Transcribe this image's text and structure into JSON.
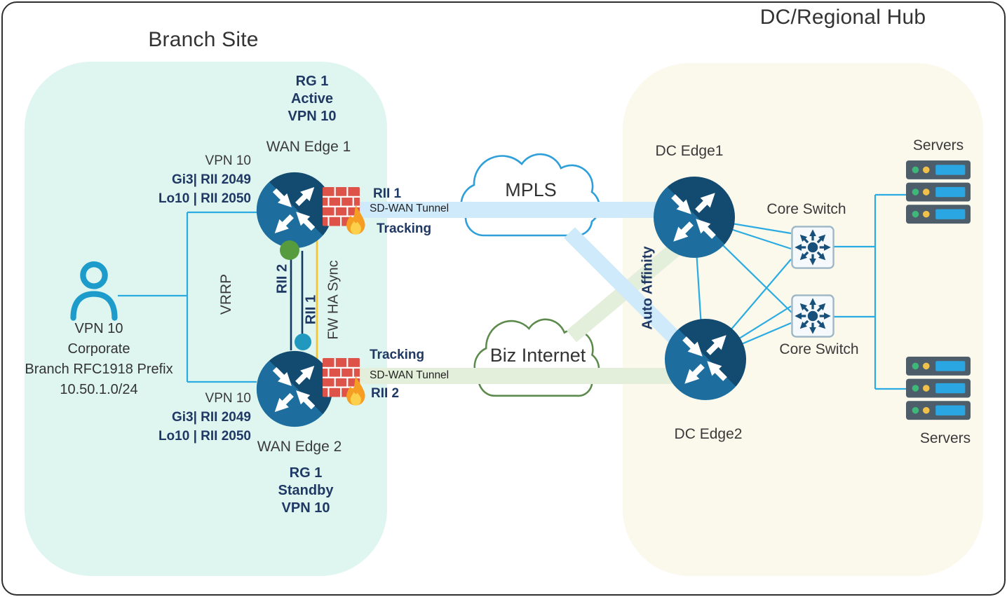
{
  "titles": {
    "branch": "Branch Site",
    "hub": "DC/Regional Hub"
  },
  "branch": {
    "wan_edge1": {
      "rg": "RG 1",
      "state": "Active",
      "rg_vpn": "VPN 10",
      "name": "WAN Edge 1",
      "vpn": "VPN 10",
      "if1": "Gi3| RII 2049",
      "if2": "Lo10 | RII 2050"
    },
    "wan_edge2": {
      "rg": "RG 1",
      "state": "Standby",
      "rg_vpn": "VPN 10",
      "name": "WAN Edge 2",
      "vpn": "VPN 10",
      "if1": "Gi3| RII 2049",
      "if2": "Lo10 | RII 2050"
    },
    "user_note": {
      "line1": "VPN 10",
      "line2": "Corporate",
      "line3": "Branch RFC1918 Prefix",
      "line4": "10.50.1.0/24"
    },
    "vrrp_label": "VRRP",
    "rii2_link": "RII 2",
    "rii1_link": "RII 1",
    "fw_ha_sync": "FW HA Sync"
  },
  "tunnels": {
    "mpls_tunnel": {
      "rii": "RII 1",
      "name": "SD-WAN Tunnel",
      "tracking": "Tracking"
    },
    "internet_tunnel": {
      "rii": "RII 2",
      "name": "SD-WAN Tunnel",
      "tracking": "Tracking"
    }
  },
  "clouds": {
    "mpls": "MPLS",
    "internet": "Biz Internet"
  },
  "dc_hub": {
    "auto_affinity": "Auto Affinity",
    "edge1": "DC Edge1",
    "edge2": "DC Edge2",
    "core_switch_top": "Core Switch",
    "core_switch_bottom": "Core Switch",
    "servers_top": "Servers",
    "servers_bottom": "Servers"
  },
  "colors": {
    "accent_navy": "#1f3864",
    "line_blue": "#2aabe2",
    "tunnel_blue": "#cfeafa",
    "tunnel_green": "#e3efdb",
    "branch_bg": "#dff6f0",
    "hub_bg": "#fbf8ec",
    "router_blue": "#1d6e9e",
    "router_blue_dark": "#134a70",
    "mpls_cloud_stroke": "#2e9fd9",
    "internet_cloud_stroke": "#5c8a4c",
    "fw_ha_sync_yellow": "#f7c325",
    "active_dot_green": "#579b3f",
    "standby_dot_teal": "#2198bd",
    "firewall_red": "#dd5349",
    "flame_orange": "#f69d23"
  }
}
